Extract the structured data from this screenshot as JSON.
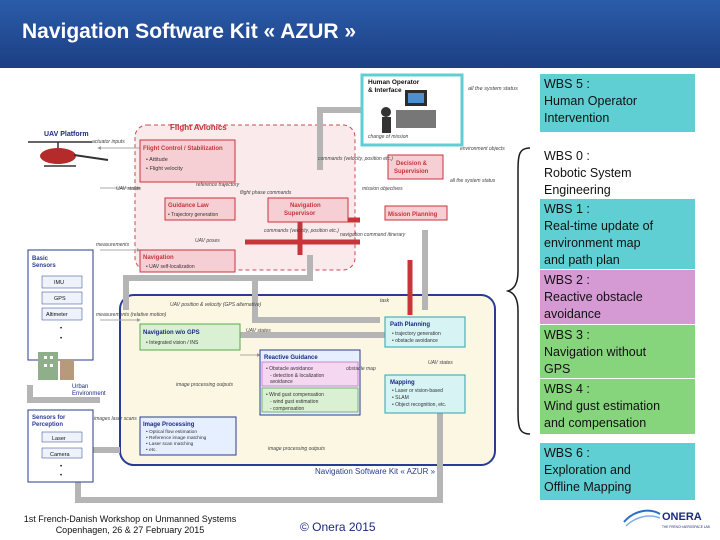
{
  "header": {
    "title": "Navigation Software Kit « AZUR »"
  },
  "wbs": [
    {
      "id": "wbs5",
      "label": "WBS 5 :",
      "lines": [
        "Human Operator",
        "Intervention"
      ]
    },
    {
      "id": "wbs0",
      "label": "WBS 0 :",
      "lines": [
        "Robotic System",
        "Engineering"
      ]
    },
    {
      "id": "wbs1",
      "label": "WBS 1 :",
      "lines": [
        "Real-time update of",
        "environment map",
        "and path plan"
      ]
    },
    {
      "id": "wbs2",
      "label": "WBS 2 :",
      "lines": [
        "Reactive obstacle",
        "avoidance"
      ]
    },
    {
      "id": "wbs3",
      "label": "WBS 3 :",
      "lines": [
        "Navigation without",
        "GPS"
      ]
    },
    {
      "id": "wbs4",
      "label": "WBS 4 :",
      "lines": [
        "Wind gust estimation",
        "and compensation"
      ]
    },
    {
      "id": "wbs6",
      "label": "WBS 6 :",
      "lines": [
        "Exploration and",
        "Offline Mapping"
      ]
    }
  ],
  "diagram": {
    "uav_platform": "UAV Platform",
    "flight_avionics": "Flight Avionics",
    "human_operator": "Human Operator & Interface",
    "human_operator_lines": [
      "Human Operator",
      "& Interface"
    ],
    "flight_control": {
      "title": "Flight Control / Stabilization",
      "items": [
        "• Attitude",
        "• Flight velocity"
      ]
    },
    "guidance_law": {
      "title": "Guidance Law",
      "items": [
        "• Trajectory generation"
      ]
    },
    "nav_supervisor": {
      "title": "Navigation Supervisor",
      "lines": [
        "Navigation",
        "Supervisor"
      ]
    },
    "decision": {
      "title": "Decision & Supervision",
      "lines": [
        "Decision &",
        "Supervision"
      ]
    },
    "mission_planning": {
      "title": "Mission Planning"
    },
    "navigation": {
      "title": "Navigation",
      "items": [
        "• UAV self-localization"
      ]
    },
    "basic_sensors": {
      "title": "Basic Sensors",
      "lines": [
        "Basic",
        "Sensors"
      ],
      "items": [
        "IMU",
        "GPS",
        "Altimeter",
        "•",
        "•"
      ]
    },
    "nav_wo_gps": {
      "title": "Navigation w/o GPS",
      "items": [
        "• Integrated vision / INS"
      ]
    },
    "reactive_guidance": {
      "title": "Reactive Guidance",
      "items": [
        "• Obstacle avoidance",
        "- detection & localization",
        "avoidance",
        "• Wind gust compensation",
        "- wind gust estimation",
        "- compensation"
      ]
    },
    "path_planning": {
      "title": "Path Planning",
      "items": [
        "• trajectory generation",
        "• obstacle avoidance"
      ]
    },
    "mapping": {
      "title": "Mapping",
      "items": [
        "• Laser or vision-based",
        "• SLAM",
        "• Object recognition, etc."
      ]
    },
    "urban_environment": "Urban Environment",
    "urban_environment_lines": [
      "Urban",
      "Environment"
    ],
    "sensors_perception": {
      "title": "Sensors for Perception",
      "lines": [
        "Sensors for",
        "Perception"
      ],
      "items": [
        "Laser",
        "Camera",
        "•",
        "•"
      ]
    },
    "image_processing": {
      "title": "Image Processing",
      "items": [
        "• Optical flow estimation",
        "• Reference image matching",
        "• Laser scan matching",
        "• etc."
      ]
    },
    "kit_label": "Navigation Software Kit « AZUR »",
    "labels": {
      "actuator_inputs": "actuator inputs",
      "uav_states": "UAV states",
      "reference_trajectory": "reference trajectory",
      "flight_phase_commands": "flight phase commands",
      "commands_velocity": "commands (velocity, position etc.)",
      "uav_poses": "UAV poses",
      "navigation_command_itinerary": "navigation command itinerary",
      "measurements": "measurements",
      "measurements_relative": "measurements (relative motion)",
      "uav_position_velocity": "UAV position & velocity (GPS alternative)",
      "uav_states_2": "UAV states",
      "task": "task",
      "uav_states_3": "UAV states",
      "image_processing_outputs": "image processing outputs",
      "obstacle_map": "obstacle map",
      "images_laser_scans": "images laser scans",
      "image_processing_outputs_2": "image processing outputs",
      "change_of_mission": "change of mission",
      "mission_objectives": "mission objectives",
      "all_the_system_status": "all the system status",
      "all_the_system_status_2": "all the system status",
      "environment_objects": "environment objects"
    }
  },
  "footer": {
    "workshop_line1": "1st French-Danish Workshop on Unmanned Systems",
    "workshop_line2": "Copenhagen, 26 & 27 February 2015",
    "copyright": "© Onera 2015",
    "logo_text": "ONERA",
    "logo_subtext": "THE FRENCH AEROSPACE LAB"
  },
  "colors": {
    "header_blue": "#1f4a94",
    "wbs_cyan": "#5fcfd3",
    "wbs_mauve": "#d59ad4",
    "wbs_green": "#86d57c",
    "flight_pink": "#f6cfd5",
    "avionics_red": "#c7343a",
    "nav_kit_blue": "#2a3b93",
    "kit_fill": "#fbf7e3"
  }
}
